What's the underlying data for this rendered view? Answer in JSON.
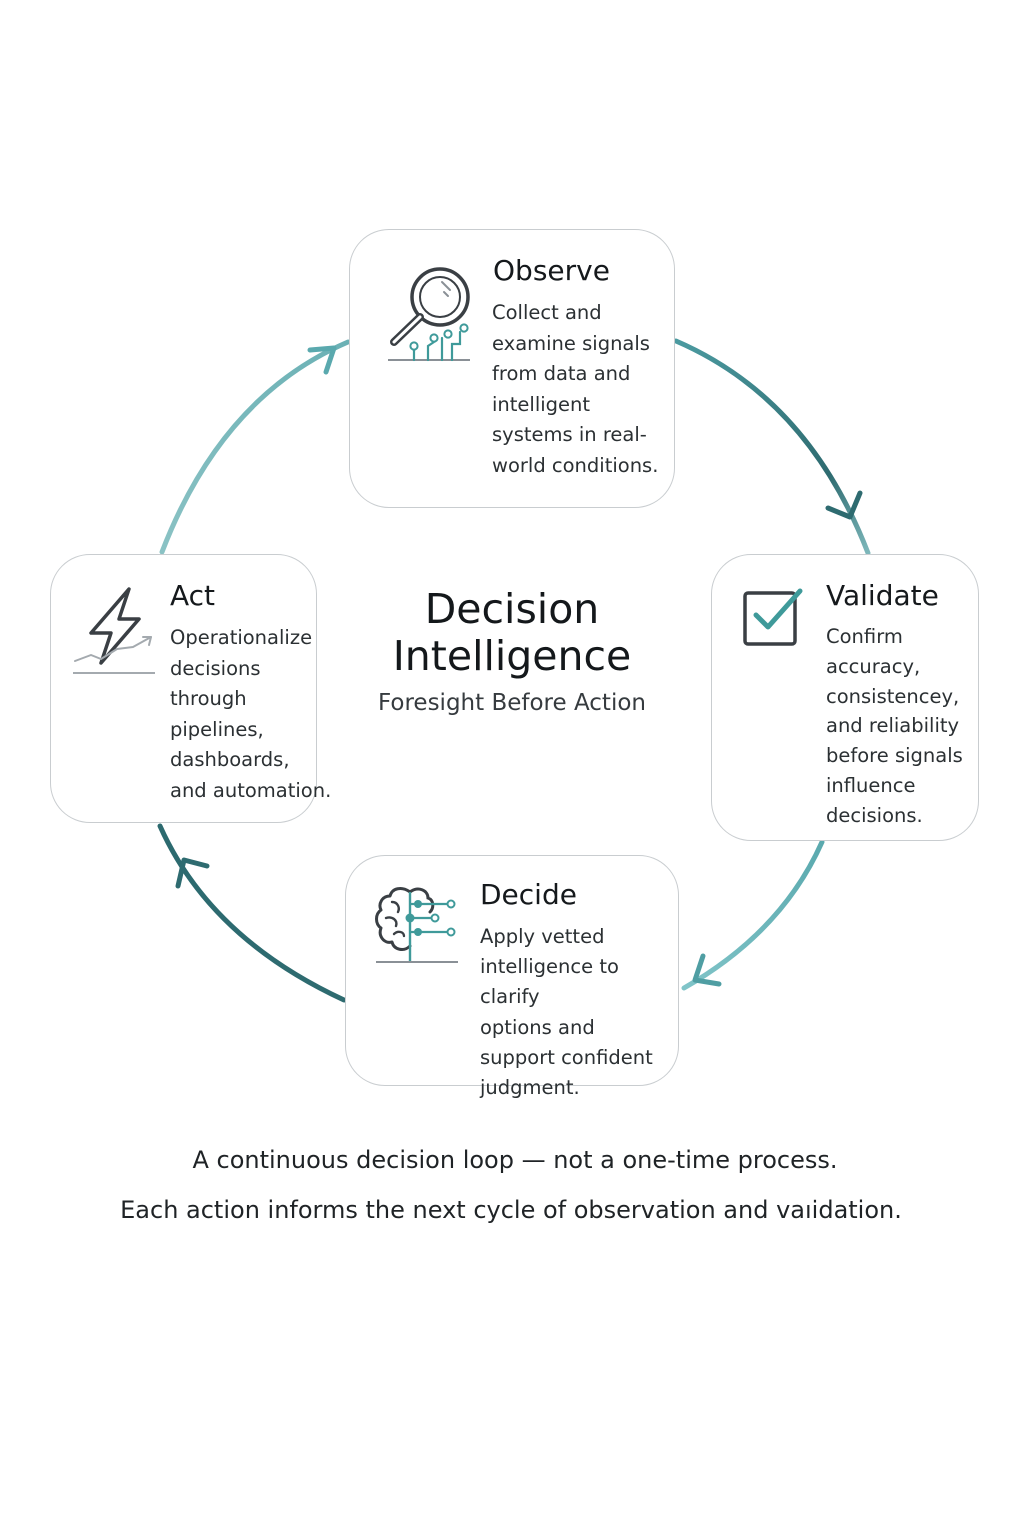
{
  "center": {
    "title_line1": "Decision",
    "title_line2": "Intelligence",
    "subtitle": "Foresight Before Action"
  },
  "stages": [
    {
      "title": "Observe",
      "icon": "magnifier-signals-icon",
      "lines": [
        "Collect and",
        "examine signals",
        "from data and",
        "intelligent",
        "systems in real-",
        "world conditions."
      ]
    },
    {
      "title": "Validate",
      "icon": "checkbox-icon",
      "lines": [
        "Confirm",
        "accuracy,",
        "consistencey,",
        "and reliability",
        "before signals",
        "influence",
        "decisions."
      ]
    },
    {
      "title": "Decide",
      "icon": "brain-circuit-icon",
      "lines": [
        "Apply vetted",
        "intelligence to clarify",
        "options and",
        "support confident",
        "judgment."
      ]
    },
    {
      "title": "Act",
      "icon": "lightning-trend-icon",
      "lines": [
        "Operationalize",
        "decisions",
        "through",
        "pipelines,",
        "dashboards,",
        "and automation."
      ]
    }
  ],
  "footer": {
    "line1": "A continuous decision loop — not a one-time process.",
    "line2": "Each action informs the next cycle of observation and vaıı̇dation."
  },
  "colors": {
    "arrow_dark": "#2e6b70",
    "arrow_light": "#79bdc1",
    "accent": "#3f9a9a",
    "card_border": "#c9cdd0",
    "icon_stroke": "#3a3f44"
  }
}
